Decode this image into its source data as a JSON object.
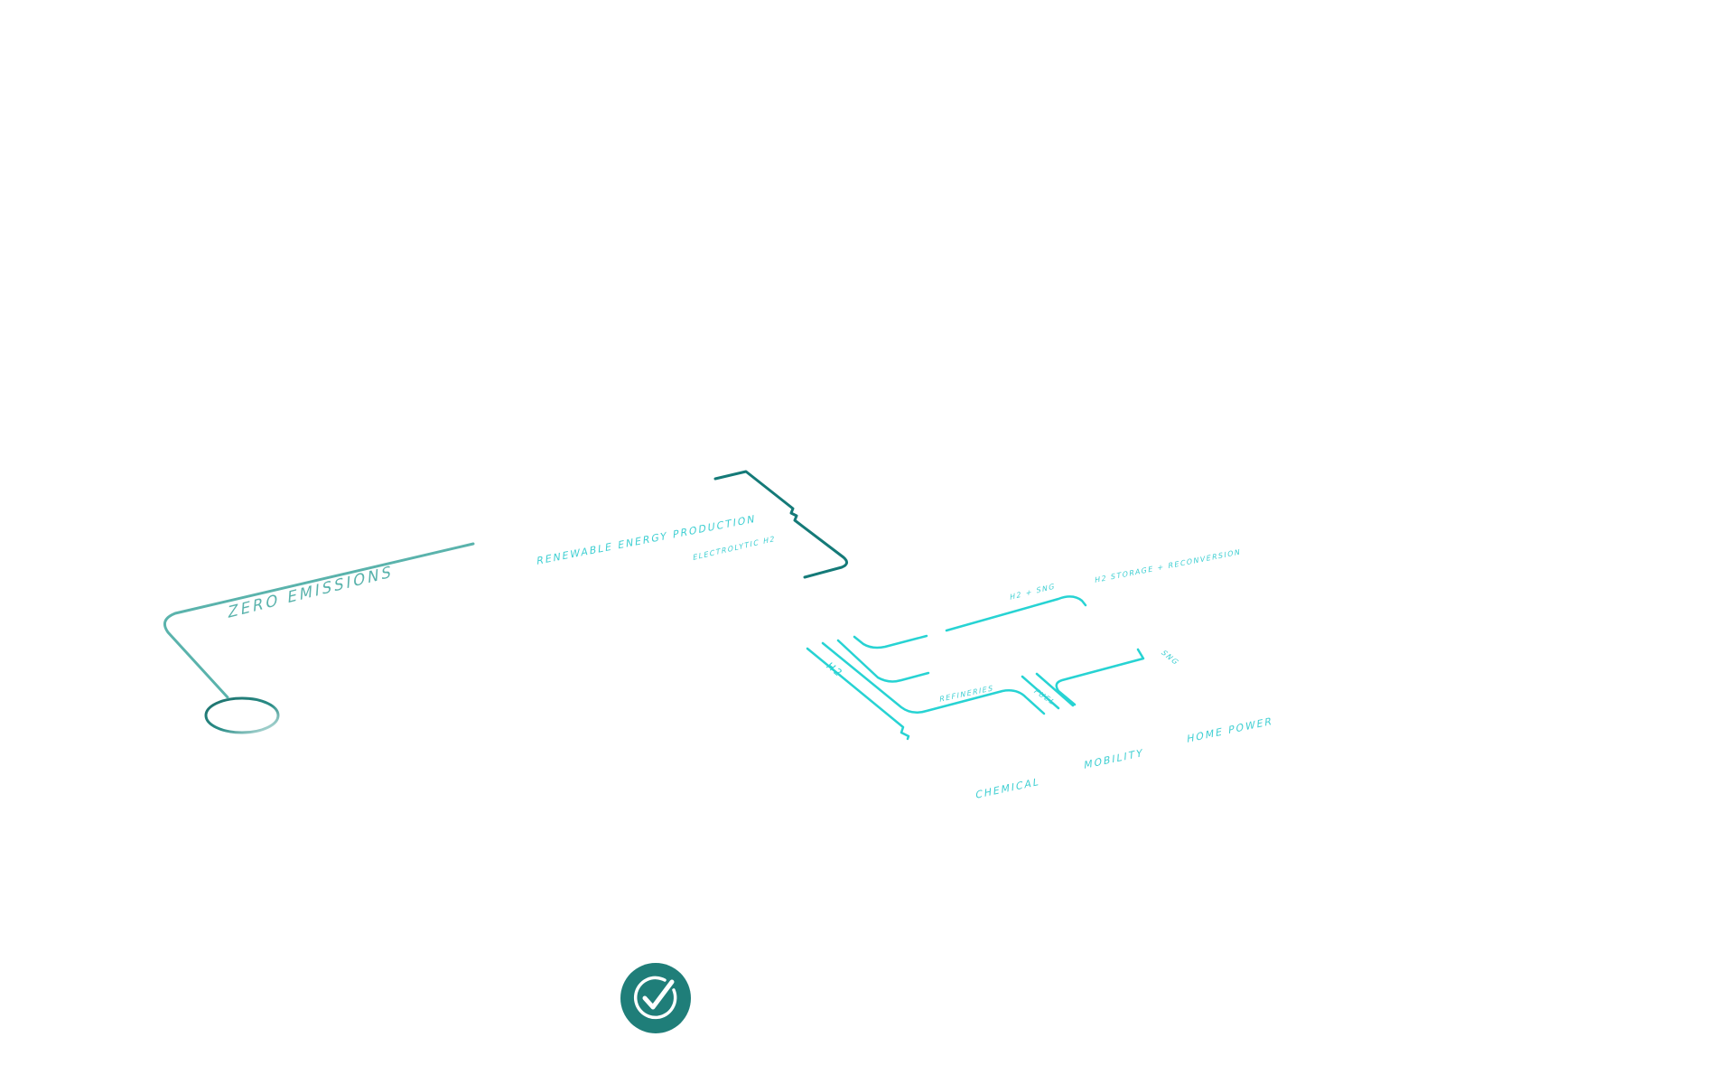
{
  "colors": {
    "teal_dark": "#147a78",
    "teal_mid": "#5ab3ac",
    "cyan": "#27d3d3",
    "cyan_text": "#3fcfd2",
    "badge": "#1f7e79"
  },
  "labels": {
    "zero_emissions": "ZERO EMISSIONS",
    "renewable_energy_production": "RENEWABLE ENERGY PRODUCTION",
    "electrolytic_h2": "ELECTROLYTIC H2",
    "h2_sng": "H2 + SNG",
    "h2_storage_reconversion": "H2 STORAGE + RECONVERSION",
    "sng": "SNG",
    "h2": "H2",
    "refineries": "REFINERIES",
    "fuel": "FUEL",
    "chemical": "CHEMICAL",
    "mobility": "MOBILITY",
    "home_power": "HOME POWER"
  },
  "icons": {
    "check": "check-circle-icon"
  }
}
